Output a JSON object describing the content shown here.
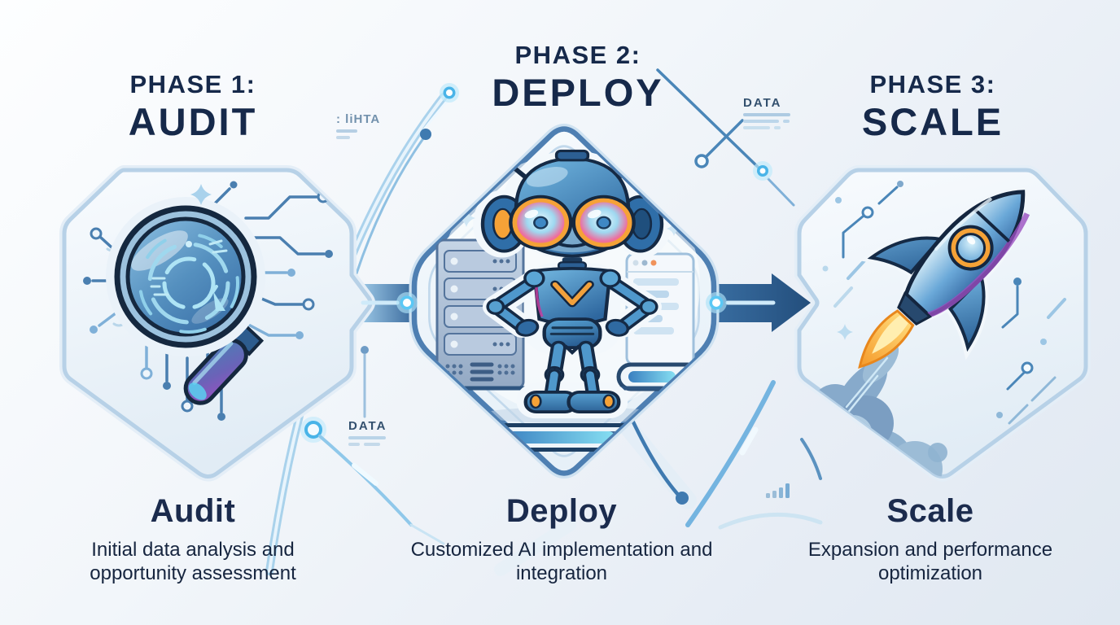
{
  "phases": [
    {
      "kicker": "PHASE 1:",
      "title": "AUDIT",
      "section_title": "Audit",
      "description": "Initial data analysis and opportunity assessment"
    },
    {
      "kicker": "PHASE 2:",
      "title": "DEPLOY",
      "section_title": "Deploy",
      "description": "Customized AI implementation and integration"
    },
    {
      "kicker": "PHASE 3:",
      "title": "SCALE",
      "section_title": "Scale",
      "description": "Expansion and performance optimization"
    }
  ],
  "annotations": {
    "garbled_data_label": ": liHTA",
    "data_label_top_right": "DATA",
    "data_label_middle": "DATA"
  },
  "illustrations": {
    "left": "magnifying-glass-with-circuit-traces",
    "center": "ai-robot-mascot-with-server-and-browser",
    "right": "rocket-launch-with-circuit-smoke"
  },
  "progress_bar": {
    "fill_ratio": 0.7
  },
  "colors": {
    "title_navy": "#16294a",
    "accent_blue": "#4a7cae",
    "glow_cyan": "#5bc8f5",
    "panel_border": "#b5d0e6",
    "arrow_dark": "#2f5f94",
    "orange_accent": "#f5a237"
  }
}
